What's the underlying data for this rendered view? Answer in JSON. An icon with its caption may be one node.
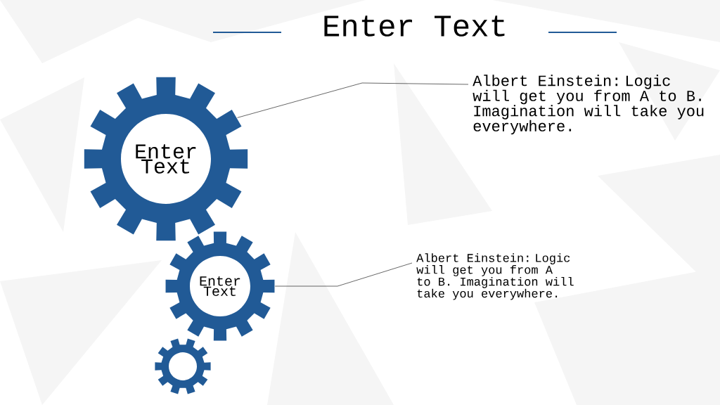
{
  "diagram": {
    "title": "Enter Text",
    "nodes": [
      {
        "text": [
          "Enter Text"
        ]
      },
      {
        "text": [
          "Albert Einstein: Logic will get you from A to B. Imagination will take you everywhere."
        ]
      },
      {
        "text": [
          "Enter Text"
        ]
      },
      {
        "text": [
          "Albert Einstein: Logic will get you from A to B. Imagination will take you everywhere."
        ]
      },
      {
        "text": [],
        "shape": "gear"
      }
    ],
    "edges": [
      {
        "from": 0,
        "to": 1,
        "arrow": "none"
      },
      {
        "from": 2,
        "to": 3,
        "arrow": "none"
      }
    ]
  }
}
